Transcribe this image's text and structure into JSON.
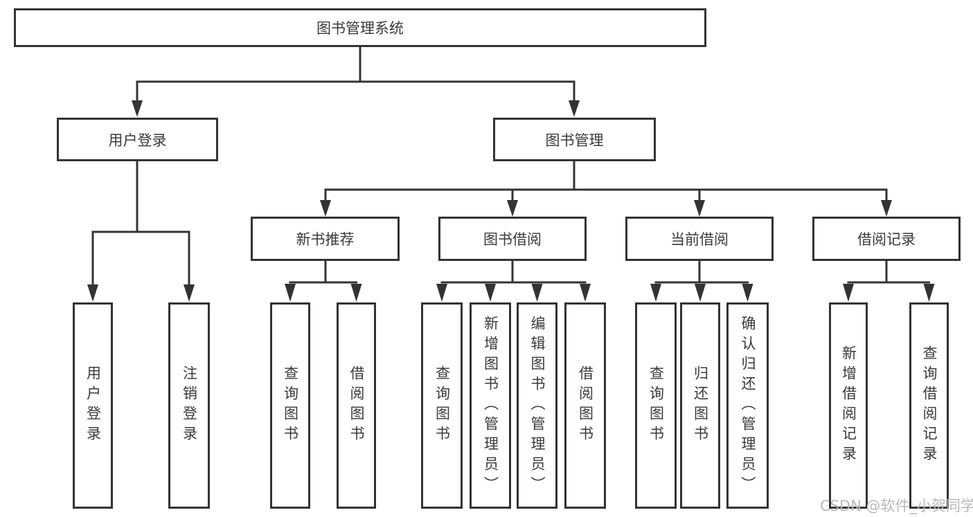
{
  "tree": {
    "root": {
      "label": "图书管理系统",
      "children": [
        {
          "label": "用户登录",
          "children": [
            {
              "label": "用户登录"
            },
            {
              "label": "注销登录"
            }
          ]
        },
        {
          "label": "图书管理",
          "children": [
            {
              "label": "新书推荐",
              "children": [
                {
                  "label": "查询图书"
                },
                {
                  "label": "借阅图书"
                }
              ]
            },
            {
              "label": "图书借阅",
              "children": [
                {
                  "label": "查询图书"
                },
                {
                  "label": "新增图书（管理员）"
                },
                {
                  "label": "编辑图书（管理员）"
                },
                {
                  "label": "借阅图书"
                }
              ]
            },
            {
              "label": "当前借阅",
              "children": [
                {
                  "label": "查询图书"
                },
                {
                  "label": "归还图书"
                },
                {
                  "label": "确认归还（管理员）"
                }
              ]
            },
            {
              "label": "借阅记录",
              "children": [
                {
                  "label": "新增借阅记录"
                },
                {
                  "label": "查询借阅记录"
                }
              ]
            }
          ]
        }
      ]
    }
  },
  "watermark": {
    "text": "CSDN @软件_小贺同学"
  },
  "colors": {
    "line": "#333333",
    "box_border": "#333333",
    "text": "#3a3a3a",
    "background": "#ffffff",
    "watermark": "#b9b9b9"
  }
}
